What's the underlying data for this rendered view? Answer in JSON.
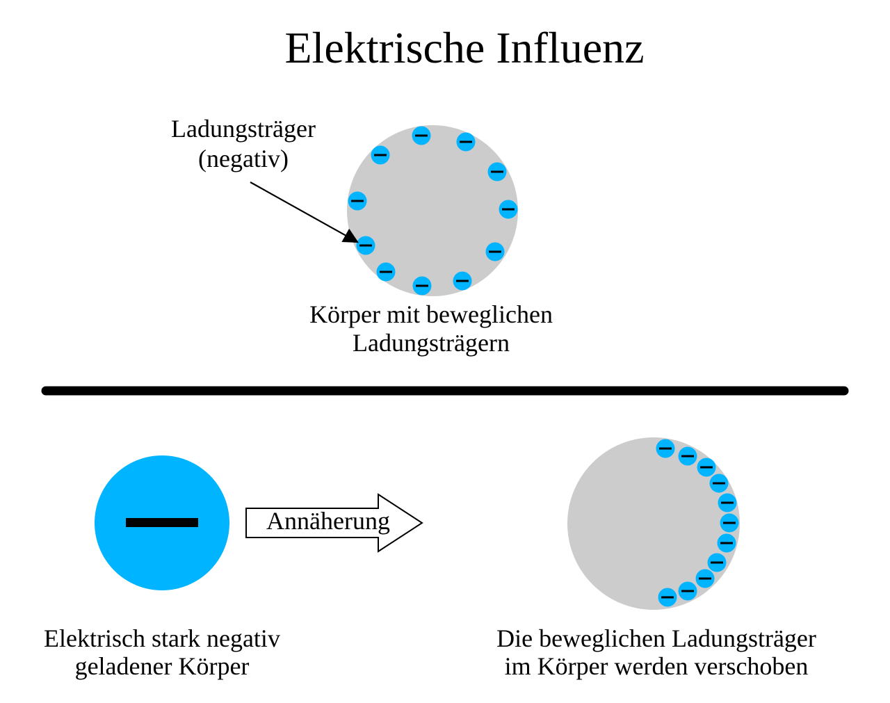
{
  "title": "Elektrische Influenz",
  "top_section": {
    "pointer_label_line1": "Ladungsträger",
    "pointer_label_line2": "(negativ)",
    "body_caption_line1": "Körper mit beweglichen",
    "body_caption_line2": "Ladungsträgern",
    "charge_count": 11
  },
  "bottom_section": {
    "arrow_label": "Annäherung",
    "left_caption_line1": "Elektrisch stark negativ",
    "left_caption_line2": "geladener Körper",
    "right_caption_line1": "Die beweglichen Ladungsträger",
    "right_caption_line2": "im Körper werden verschoben",
    "shifted_charge_count": 11
  },
  "colors": {
    "charge": "#00b4ff",
    "conductor": "#cccccc",
    "ink": "#000000",
    "background": "#ffffff"
  },
  "icons": {
    "charge": "minus-charge-icon",
    "arrow": "right-block-arrow"
  }
}
